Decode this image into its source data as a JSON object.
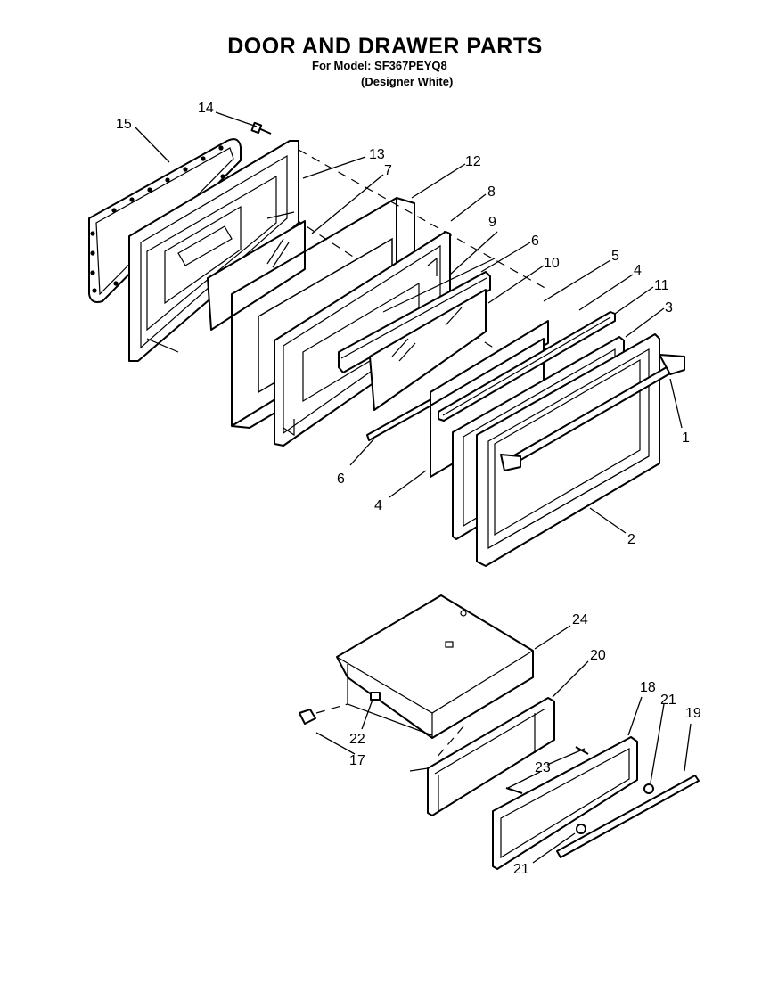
{
  "header": {
    "title": "DOOR AND DRAWER PARTS",
    "model_line": "For Model: SF367PEYQ8",
    "variant_line": "(Designer White)"
  },
  "callouts": {
    "c1": "1",
    "c2": "2",
    "c3": "3",
    "c4a": "4",
    "c4b": "4",
    "c5": "5",
    "c6a": "6",
    "c6b": "6",
    "c7": "7",
    "c8": "8",
    "c9": "9",
    "c10": "10",
    "c11": "11",
    "c12": "12",
    "c13": "13",
    "c14": "14",
    "c15": "15",
    "c17": "17",
    "c18": "18",
    "c19": "19",
    "c20": "20",
    "c21a": "21",
    "c21b": "21",
    "c22": "22",
    "c23": "23",
    "c24": "24"
  }
}
